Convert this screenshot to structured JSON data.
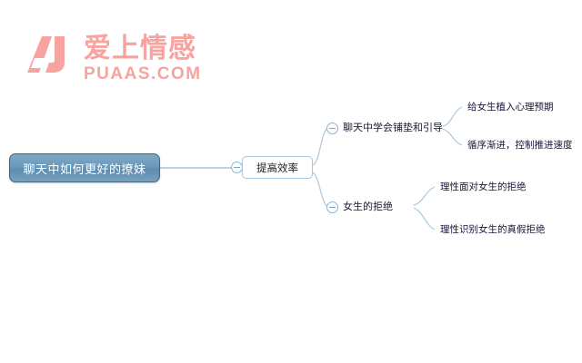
{
  "watermark": {
    "mark_icon": "au-monogram-logo-icon",
    "wordmark": "爱上情感",
    "domain": "PUAAS.COM",
    "color": "#f7a3a0"
  },
  "mindmap": {
    "type": "mindmap",
    "orientation": "left-to-right",
    "accent_color": "#a8c5dd",
    "root_fill": "#6c9ab9",
    "root_text_color": "#ffffff",
    "toggle_icon": "collapse-minus-circle-icon",
    "root": {
      "label": "聊天中如何更好的撩妹",
      "level": 0
    },
    "level1": [
      {
        "label": "提高效率",
        "level": 1
      }
    ],
    "level2": [
      {
        "label": "聊天中学会铺垫和引导",
        "level": 2,
        "children": [
          "给女生植入心理预期",
          "循序渐进，控制推进速度"
        ]
      },
      {
        "label": "女生的拒绝",
        "level": 2,
        "children": [
          "理性面对女生的拒绝",
          "理性识别女生的真假拒绝"
        ]
      }
    ],
    "level3": [
      {
        "label": "给女生植入心理预期"
      },
      {
        "label": "循序渐进，控制推进速度"
      },
      {
        "label": "理性面对女生的拒绝"
      },
      {
        "label": "理性识别女生的真假拒绝"
      }
    ]
  }
}
